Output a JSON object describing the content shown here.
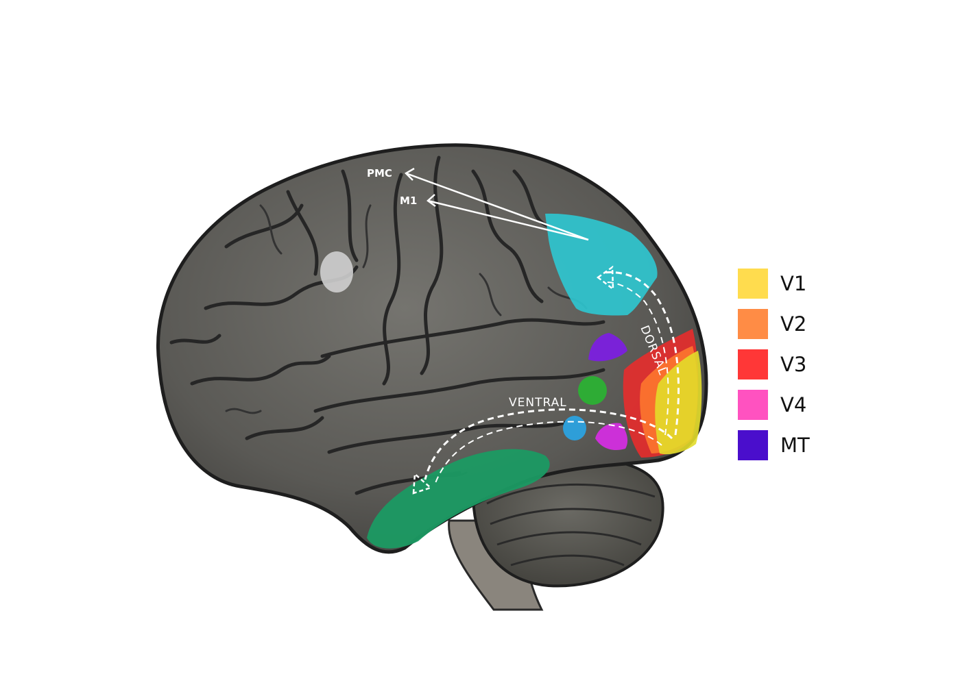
{
  "brain_labels": {
    "pmc": "PMC",
    "m1": "M1",
    "dorsal": "DORSAL",
    "ventral": "VENTRAL"
  },
  "legend": [
    {
      "label": "V1",
      "color": "#FFDC4E"
    },
    {
      "label": "V2",
      "color": "#FF8C45"
    },
    {
      "label": "V3",
      "color": "#FF3737"
    },
    {
      "label": "V4",
      "color": "#FF52C0"
    },
    {
      "label": "MT",
      "color": "#4A0ECC"
    }
  ],
  "colors": {
    "brain_fill": "#5e5d5b",
    "brain_outline": "#1e1e1e",
    "sulcus": "#262626",
    "cerebellum": "#58574f",
    "brainstem": "#8a857d",
    "dorsal_region": "#2ec8d2",
    "ventral_region": "#1b9a63",
    "v1_region": "#e2dc2a",
    "v2_region": "#ff7a2e",
    "v3_region": "#f02a2a",
    "v4_region": "#cc30d8",
    "mt_region": "#7a22d8",
    "green_dot": "#2eac35",
    "blue_dot": "#2e9ed8",
    "white_dot": "#cfcfcf"
  }
}
